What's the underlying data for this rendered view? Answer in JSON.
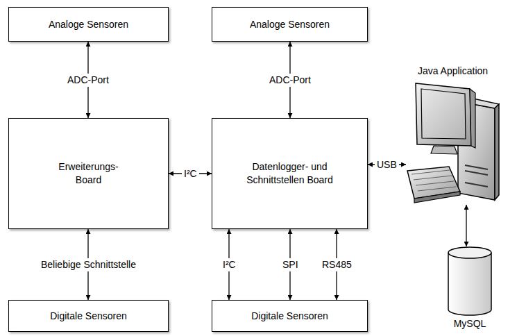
{
  "diagram": {
    "nodes": [
      {
        "text": [
          "Analoge Sensoren"
        ]
      },
      {
        "text": [
          "Analoge Sensoren"
        ]
      },
      {
        "text": [
          "Erweiterungs-Board"
        ]
      },
      {
        "text": [
          "Datenlogger- und Schnittstellen Board"
        ]
      },
      {
        "text": [
          "Digitale Sensoren"
        ]
      },
      {
        "text": [
          "Digitale Sensoren"
        ]
      },
      {
        "text": [
          "Java Application"
        ]
      },
      {
        "text": [
          "MySQL"
        ]
      }
    ],
    "edges": [
      {
        "from": 0,
        "to": 2,
        "label": "ADC-Port",
        "arrow": "both"
      },
      {
        "from": 1,
        "to": 3,
        "label": "ADC-Port",
        "arrow": "both"
      },
      {
        "from": 2,
        "to": 3,
        "label": "I²C",
        "arrow": "both"
      },
      {
        "from": 2,
        "to": 4,
        "label": "Beliebige Schnittstelle",
        "arrow": "both"
      },
      {
        "from": 3,
        "to": 5,
        "label": "I²C",
        "arrow": "both"
      },
      {
        "from": 3,
        "to": 5,
        "label": "SPI",
        "arrow": "both"
      },
      {
        "from": 3,
        "to": 5,
        "label": "RS485",
        "arrow": "both"
      },
      {
        "from": 3,
        "to": 6,
        "label": "USB",
        "arrow": "both"
      },
      {
        "from": 6,
        "to": 7,
        "arrow": "both"
      }
    ]
  }
}
